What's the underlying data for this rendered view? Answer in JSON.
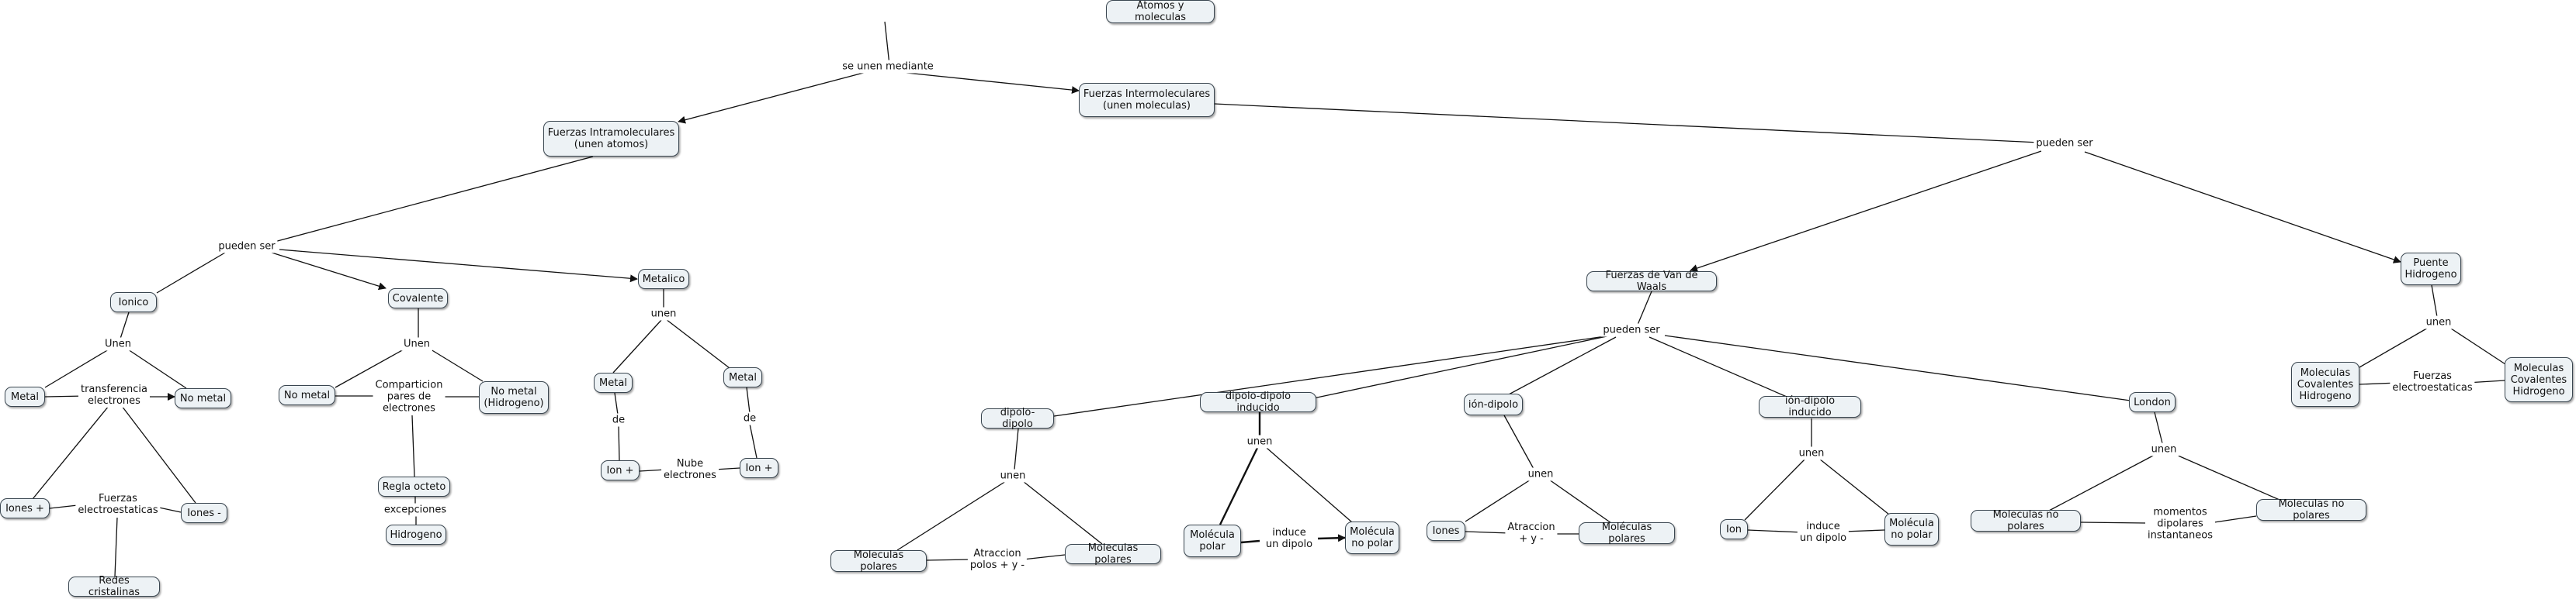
{
  "nodes": {
    "atomos": "Atomos y moleculas",
    "intra": "Fuerzas Intramoleculares\n(unen atomos)",
    "inter": "Fuerzas Intermoleculares\n(unen moleculas)",
    "ionico": "Ionico",
    "covalente": "Covalente",
    "metalico": "Metalico",
    "metal_ion": "Metal",
    "nometal_ion": "No metal",
    "iones_pos": "Iones +",
    "iones_neg": "Iones -",
    "redes": "Redes cristalinas",
    "nometal_cov": "No metal",
    "nometal_h": "No metal\n(Hidrogeno)",
    "regla": "Regla octeto",
    "hidrogeno": "Hidrogeno",
    "metal_a": "Metal",
    "metal_b": "Metal",
    "ion_a": "Ion +",
    "ion_b": "Ion +",
    "vdw": "Fuerzas de Van de Waals",
    "puente": "Puente\nHidrogeno",
    "mch_a": "Moleculas\nCovalentes\nHidrogeno",
    "mch_b": "Moleculas\nCovalentes\nHidrogeno",
    "dd": "dipolo-dipolo",
    "ddi": "dipolo-dipolo inducido",
    "id": "ión-dipolo",
    "idi": "ión-dipolo inducido",
    "london": "London",
    "mp_a": "Moleculas polares",
    "mp_b": "Moleculas polares",
    "molpolar": "Molécula\npolar",
    "molnopolar_a": "Molécula\nno polar",
    "iones_id": "Iones",
    "molpol_id": "Moléculas polares",
    "ion_idi": "Ion",
    "molnopolar_b": "Molécula\nno polar",
    "mnp_a": "Moleculas no polares",
    "mnp_b": "Moleculas no polares"
  },
  "labels": {
    "se_unen": "se unen mediante",
    "pueden_intra": "pueden ser",
    "pueden_inter": "pueden ser",
    "unen_ionico": "Unen",
    "transferencia": "transferencia\nelectrones",
    "fuerzas_ionico": "Fuerzas\nelectroestaticas",
    "unen_cov": "Unen",
    "comparticion": "Comparticion\npares de\nelectrones",
    "excepciones": "excepciones",
    "unen_met": "unen",
    "de_a": "de",
    "de_b": "de",
    "nube": "Nube\nelectrones",
    "pueden_vdw": "pueden ser",
    "unen_puente": "unen",
    "fuerzas_puente": "Fuerzas\nelectroestaticas",
    "unen_dd": "unen",
    "atraccion_dd": "Atraccion\npolos + y -",
    "unen_ddi": "unen",
    "induce_ddi": "induce\nun dipolo",
    "unen_id": "unen",
    "atraccion_id": "Atraccion\n+ y -",
    "unen_idi": "unen",
    "induce_idi": "induce\nun dipolo",
    "unen_london": "unen",
    "momentos": "momentos\ndipolares\ninstantaneos"
  },
  "colors": {
    "node_fill": "#edf2f5",
    "node_border": "#3a4650",
    "line": "#111111"
  }
}
